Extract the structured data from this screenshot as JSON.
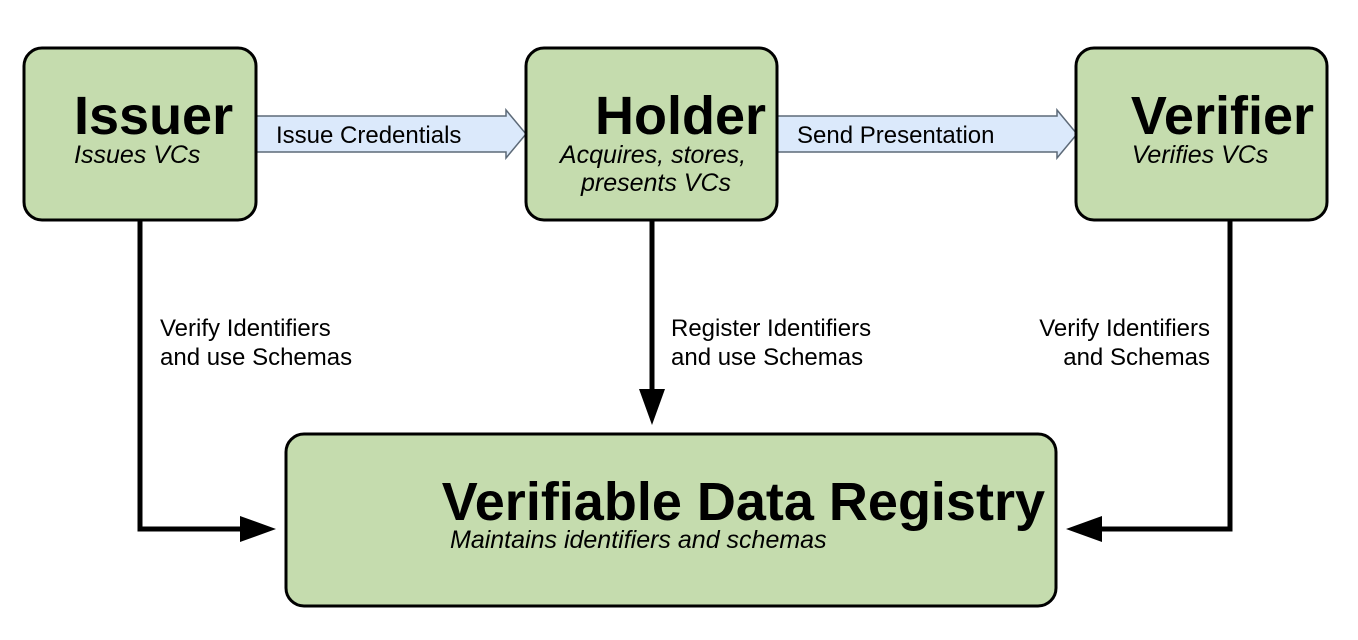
{
  "nodes": {
    "issuer": {
      "title": "Issuer",
      "subtitle": "Issues VCs"
    },
    "holder": {
      "title": "Holder",
      "subtitle_line1": "Acquires, stores,",
      "subtitle_line2": "presents VCs"
    },
    "verifier": {
      "title": "Verifier",
      "subtitle": "Verifies VCs"
    },
    "registry": {
      "title": "Verifiable Data Registry",
      "subtitle": "Maintains identifiers and schemas"
    }
  },
  "flows": {
    "issue": {
      "label": "Issue Credentials"
    },
    "present": {
      "label": "Send Presentation"
    }
  },
  "edges": {
    "issuer_registry": {
      "line1": "Verify Identifiers",
      "line2": "and use Schemas"
    },
    "holder_registry": {
      "line1": "Register Identifiers",
      "line2": "and use Schemas"
    },
    "verifier_registry": {
      "line1": "Verify Identifiers",
      "line2": "and Schemas"
    }
  },
  "colors": {
    "node_fill": "#c5dcae",
    "flow_arrow_fill": "#dbe9fb",
    "stroke": "#000000"
  }
}
